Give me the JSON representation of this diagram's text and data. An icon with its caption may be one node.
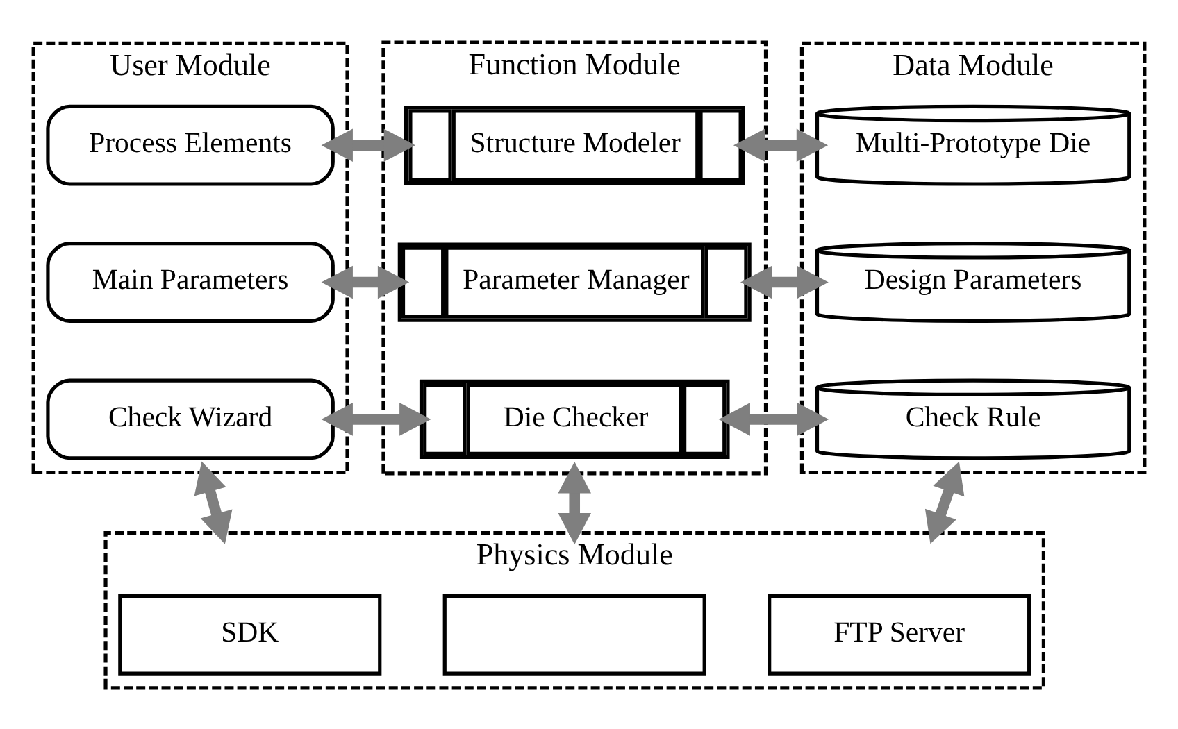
{
  "diagram": {
    "nodes": [
      {
        "text": [
          "User Module"
        ]
      },
      {
        "text": [
          "Process Elements"
        ],
        "in": 0
      },
      {
        "text": [
          "Main Parameters"
        ],
        "in": 0
      },
      {
        "text": [
          "Check Wizard"
        ],
        "in": 0
      },
      {
        "text": [
          "Function Module"
        ]
      },
      {
        "text": [
          "Structure Modeler"
        ],
        "in": 4
      },
      {
        "text": [
          "Parameter Manager"
        ],
        "in": 4
      },
      {
        "text": [
          "Die Checker"
        ],
        "in": 4
      },
      {
        "text": [
          "Data Module"
        ]
      },
      {
        "text": [
          "Multi-Prototype Die"
        ],
        "in": 8
      },
      {
        "text": [
          "Design Parameters"
        ],
        "in": 8
      },
      {
        "text": [
          "Check Rule"
        ],
        "in": 8
      },
      {
        "text": [
          "Physics Module"
        ]
      },
      {
        "text": [
          "SDK"
        ],
        "in": 12
      },
      {
        "text": [],
        "shape": "box",
        "in": 12
      },
      {
        "text": [
          "FTP Server"
        ],
        "in": 12
      }
    ],
    "edges": [
      {
        "from": 1,
        "to": 5,
        "arrow": "both"
      },
      {
        "from": 5,
        "to": 9,
        "arrow": "both"
      },
      {
        "from": 2,
        "to": 6,
        "arrow": "both"
      },
      {
        "from": 6,
        "to": 10,
        "arrow": "both"
      },
      {
        "from": 3,
        "to": 7,
        "arrow": "both"
      },
      {
        "from": 7,
        "to": 11,
        "arrow": "both"
      },
      {
        "from": 0,
        "to": 12,
        "arrow": "both"
      },
      {
        "from": 4,
        "to": 12,
        "arrow": "both"
      },
      {
        "from": 8,
        "to": 12,
        "arrow": "both"
      }
    ]
  }
}
